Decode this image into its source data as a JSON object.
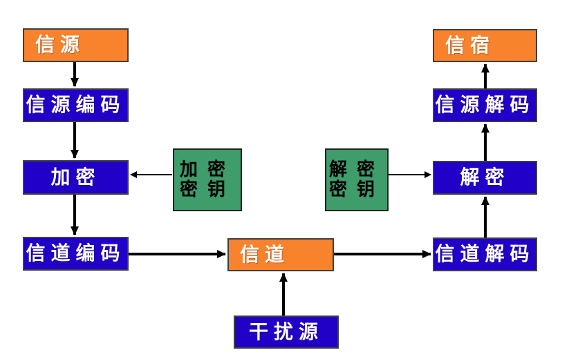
{
  "diagram": {
    "description": "secure-communication-system-block-diagram",
    "nodes": {
      "source": {
        "label": "信源",
        "type": "orange"
      },
      "source_encoder": {
        "label": "信源编码",
        "type": "blue"
      },
      "encrypt": {
        "label": "加密",
        "type": "blue"
      },
      "channel_encoder": {
        "label": "信道编码",
        "type": "blue"
      },
      "encrypt_key": {
        "line1": "加密",
        "line2": "密钥",
        "type": "green"
      },
      "decrypt_key": {
        "line1": "解密",
        "line2": "密钥",
        "type": "green"
      },
      "channel": {
        "label": "信道",
        "type": "orange"
      },
      "noise_source": {
        "label": "干扰源",
        "type": "blue"
      },
      "channel_decoder": {
        "label": "信道解码",
        "type": "blue"
      },
      "decrypt": {
        "label": "解密",
        "type": "blue"
      },
      "source_decoder": {
        "label": "信源解码",
        "type": "blue"
      },
      "destination": {
        "label": "信宿",
        "type": "orange"
      }
    },
    "edges": [
      "source -> source_encoder",
      "source_encoder -> encrypt",
      "encrypt_key -> encrypt",
      "encrypt -> channel_encoder",
      "channel_encoder -> channel",
      "noise_source -> channel",
      "channel -> channel_decoder",
      "channel_decoder -> decrypt",
      "decrypt_key -> decrypt",
      "decrypt -> source_decoder",
      "source_decoder -> destination"
    ],
    "colors": {
      "orange": "#F9822C",
      "blue": "#2101C7",
      "green": "#3F9C6B",
      "border": "#3F3F3F",
      "arrow": "#000000",
      "text_light": "#FFFFFF",
      "text_dark": "#000000",
      "background": "#FFFFFF"
    }
  }
}
